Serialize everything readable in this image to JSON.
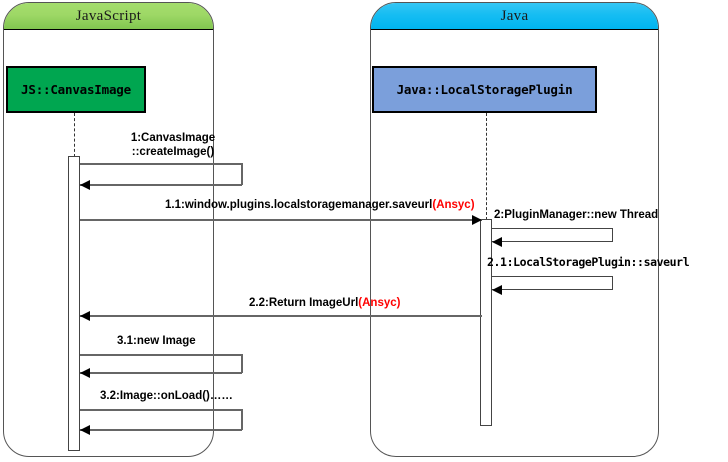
{
  "diagram": {
    "type": "uml-sequence-diagram",
    "frames": [
      {
        "id": "javascript",
        "title": "JavaScript",
        "accent": "#9ed866"
      },
      {
        "id": "java",
        "title": "Java",
        "accent": "#16bdf2"
      }
    ],
    "participants": [
      {
        "id": "js-canvasimage",
        "label": "JS::CanvasImage",
        "color": "#00a650"
      },
      {
        "id": "java-localstorageplugin",
        "label": "Java::LocalStoragePlugin",
        "color": "#7b9fdb"
      }
    ],
    "messages": [
      {
        "id": "msg-1",
        "number": "1",
        "text_line1": "1:CanvasImage",
        "text_line2": "::createImage()",
        "kind": "self-call",
        "from": "js-canvasimage",
        "to": "js-canvasimage",
        "async_tag": ""
      },
      {
        "id": "msg-1-1",
        "number": "1.1",
        "text_line1": "1.1:window.plugins.localstoragemanager.saveurl",
        "text_line2": "",
        "kind": "call",
        "from": "js-canvasimage",
        "to": "java-localstorageplugin",
        "async_tag": "(Ansyc)"
      },
      {
        "id": "msg-2",
        "number": "2",
        "text_line1": "2:PluginManager::new Thread",
        "text_line2": "",
        "kind": "self-call",
        "from": "java-localstorageplugin",
        "to": "java-localstorageplugin",
        "async_tag": ""
      },
      {
        "id": "msg-2-1",
        "number": "2.1",
        "text_line1": "2.1:LocalStoragePlugin::saveurl",
        "text_line2": "",
        "kind": "self-call",
        "from": "java-localstorageplugin",
        "to": "java-localstorageplugin",
        "async_tag": ""
      },
      {
        "id": "msg-2-2",
        "number": "2.2",
        "text_line1": "2.2:Return ImageUrl",
        "text_line2": "",
        "kind": "return",
        "from": "java-localstorageplugin",
        "to": "js-canvasimage",
        "async_tag": "(Ansyc)"
      },
      {
        "id": "msg-3-1",
        "number": "3.1",
        "text_line1": "3.1:new Image",
        "text_line2": "",
        "kind": "self-call",
        "from": "js-canvasimage",
        "to": "js-canvasimage",
        "async_tag": ""
      },
      {
        "id": "msg-3-2",
        "number": "3.2",
        "text_line1": "3.2:Image::onLoad()……",
        "text_line2": "",
        "kind": "self-call",
        "from": "js-canvasimage",
        "to": "js-canvasimage",
        "async_tag": ""
      }
    ]
  }
}
